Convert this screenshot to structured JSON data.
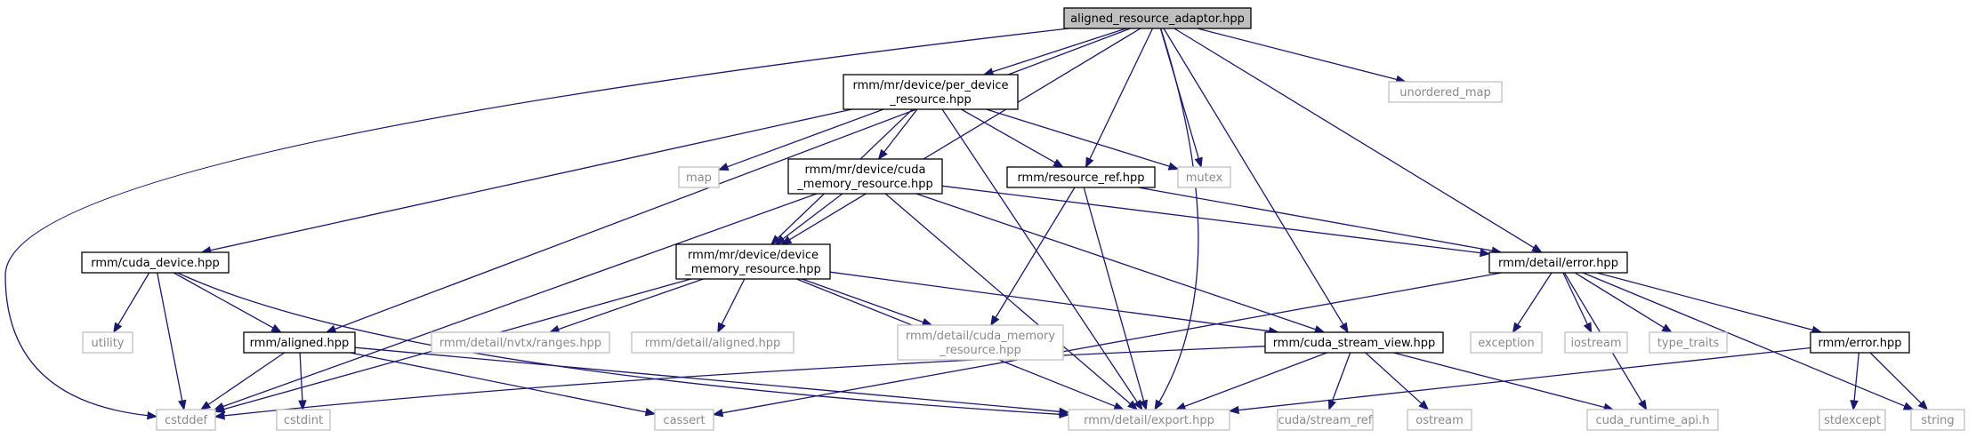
{
  "graph": {
    "root": "aligned_resource_adaptor.hpp",
    "nodes": {
      "root": {
        "label": [
          "aligned_resource_adaptor.hpp"
        ],
        "kind": "root"
      },
      "per_device": {
        "label": [
          "rmm/mr/device/per_device",
          "_resource.hpp"
        ],
        "kind": "header"
      },
      "unordered_map": {
        "label": [
          "unordered_map"
        ],
        "kind": "system"
      },
      "map": {
        "label": [
          "map"
        ],
        "kind": "system"
      },
      "cuda_mr": {
        "label": [
          "rmm/mr/device/cuda",
          "_memory_resource.hpp"
        ],
        "kind": "header"
      },
      "resource_ref": {
        "label": [
          "rmm/resource_ref.hpp"
        ],
        "kind": "header"
      },
      "mutex": {
        "label": [
          "mutex"
        ],
        "kind": "system"
      },
      "cuda_device": {
        "label": [
          "rmm/cuda_device.hpp"
        ],
        "kind": "header"
      },
      "device_mr": {
        "label": [
          "rmm/mr/device/device",
          "_memory_resource.hpp"
        ],
        "kind": "header"
      },
      "error_detail": {
        "label": [
          "rmm/detail/error.hpp"
        ],
        "kind": "header"
      },
      "utility": {
        "label": [
          "utility"
        ],
        "kind": "system"
      },
      "aligned": {
        "label": [
          "rmm/aligned.hpp"
        ],
        "kind": "header"
      },
      "nvtx": {
        "label": [
          "rmm/detail/nvtx/ranges.hpp"
        ],
        "kind": "system"
      },
      "detail_aligned": {
        "label": [
          "rmm/detail/aligned.hpp"
        ],
        "kind": "system"
      },
      "cuda_memory_resource": {
        "label": [
          "rmm/detail/cuda_memory",
          "_resource.hpp"
        ],
        "kind": "system"
      },
      "stream_view": {
        "label": [
          "rmm/cuda_stream_view.hpp"
        ],
        "kind": "header"
      },
      "exception": {
        "label": [
          "exception"
        ],
        "kind": "system"
      },
      "iostream": {
        "label": [
          "iostream"
        ],
        "kind": "system"
      },
      "type_traits": {
        "label": [
          "type_traits"
        ],
        "kind": "system"
      },
      "error": {
        "label": [
          "rmm/error.hpp"
        ],
        "kind": "header"
      },
      "cstddef": {
        "label": [
          "cstddef"
        ],
        "kind": "system"
      },
      "cstdint": {
        "label": [
          "cstdint"
        ],
        "kind": "system"
      },
      "cassert": {
        "label": [
          "cassert"
        ],
        "kind": "system"
      },
      "export": {
        "label": [
          "rmm/detail/export.hpp"
        ],
        "kind": "system"
      },
      "stream_ref": {
        "label": [
          "cuda/stream_ref"
        ],
        "kind": "system"
      },
      "ostream": {
        "label": [
          "ostream"
        ],
        "kind": "system"
      },
      "runtime_api": {
        "label": [
          "cuda_runtime_api.h"
        ],
        "kind": "system"
      },
      "stdexcept": {
        "label": [
          "stdexcept"
        ],
        "kind": "system"
      },
      "string": {
        "label": [
          "string"
        ],
        "kind": "system"
      }
    },
    "edges": [
      [
        "root",
        "per_device"
      ],
      [
        "root",
        "unordered_map"
      ],
      [
        "root",
        "resource_ref"
      ],
      [
        "root",
        "mutex"
      ],
      [
        "root",
        "device_mr"
      ],
      [
        "root",
        "error_detail"
      ],
      [
        "root",
        "aligned"
      ],
      [
        "root",
        "stream_view"
      ],
      [
        "root",
        "cstddef"
      ],
      [
        "root",
        "export"
      ],
      [
        "per_device",
        "map"
      ],
      [
        "per_device",
        "cuda_mr"
      ],
      [
        "per_device",
        "resource_ref"
      ],
      [
        "per_device",
        "mutex"
      ],
      [
        "per_device",
        "cuda_device"
      ],
      [
        "per_device",
        "device_mr"
      ],
      [
        "per_device",
        "export"
      ],
      [
        "cuda_mr",
        "device_mr"
      ],
      [
        "cuda_mr",
        "error_detail"
      ],
      [
        "cuda_mr",
        "stream_view"
      ],
      [
        "cuda_mr",
        "cstddef"
      ],
      [
        "cuda_mr",
        "export"
      ],
      [
        "resource_ref",
        "error_detail"
      ],
      [
        "resource_ref",
        "cuda_memory_resource"
      ],
      [
        "resource_ref",
        "export"
      ],
      [
        "cuda_device",
        "utility"
      ],
      [
        "cuda_device",
        "aligned"
      ],
      [
        "cuda_device",
        "cstddef"
      ],
      [
        "cuda_device",
        "export"
      ],
      [
        "device_mr",
        "nvtx"
      ],
      [
        "device_mr",
        "detail_aligned"
      ],
      [
        "device_mr",
        "cuda_memory_resource"
      ],
      [
        "device_mr",
        "stream_view"
      ],
      [
        "device_mr",
        "cstddef"
      ],
      [
        "device_mr",
        "export"
      ],
      [
        "error_detail",
        "exception"
      ],
      [
        "error_detail",
        "iostream"
      ],
      [
        "error_detail",
        "type_traits"
      ],
      [
        "error_detail",
        "error"
      ],
      [
        "error_detail",
        "cassert"
      ],
      [
        "error_detail",
        "runtime_api"
      ],
      [
        "error_detail",
        "string"
      ],
      [
        "aligned",
        "cstddef"
      ],
      [
        "aligned",
        "cstdint"
      ],
      [
        "aligned",
        "cassert"
      ],
      [
        "aligned",
        "export"
      ],
      [
        "stream_view",
        "stream_ref"
      ],
      [
        "stream_view",
        "ostream"
      ],
      [
        "stream_view",
        "runtime_api"
      ],
      [
        "stream_view",
        "export"
      ],
      [
        "stream_view",
        "cstddef"
      ],
      [
        "error",
        "stdexcept"
      ],
      [
        "error",
        "string"
      ],
      [
        "error",
        "export"
      ]
    ]
  }
}
